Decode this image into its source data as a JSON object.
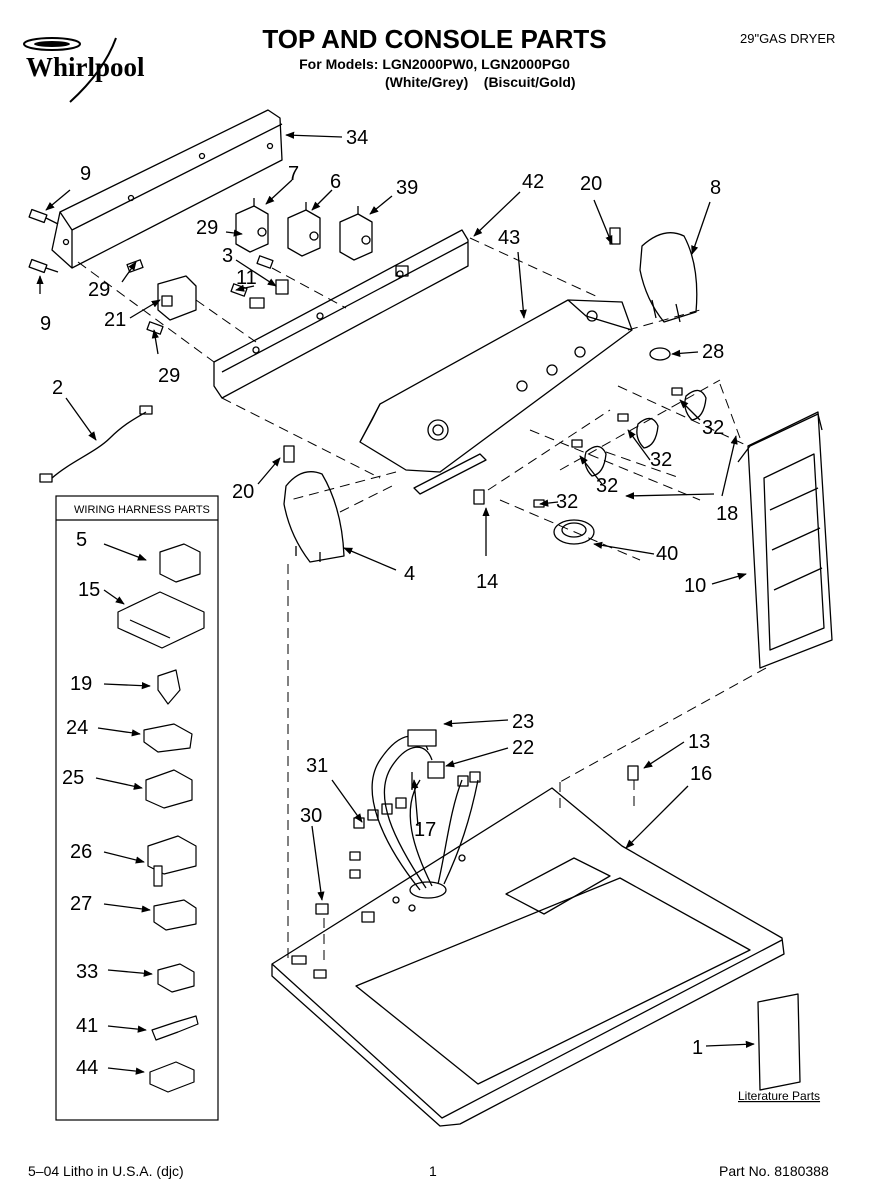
{
  "header": {
    "brand": "Whirlpool",
    "title": "TOP AND CONSOLE PARTS",
    "models_line": "For Models: LGN2000PW0, LGN2000PG0",
    "variants_line": "(White/Grey)    (Biscuit/Gold)",
    "product": "29\"GAS DRYER"
  },
  "harness_box": {
    "title": "WIRING HARNESS PARTS",
    "parts": [
      "5",
      "15",
      "19",
      "24",
      "25",
      "26",
      "27",
      "33",
      "41",
      "44"
    ]
  },
  "callouts": {
    "c34": "34",
    "c9a": "9",
    "c9b": "9",
    "c7": "7",
    "c6": "6",
    "c39": "39",
    "c42": "42",
    "c20a": "20",
    "c8": "8",
    "c29a": "29",
    "c3": "3",
    "c29b": "29",
    "c11": "11",
    "c21": "21",
    "c43": "43",
    "c28": "28",
    "c29c": "29",
    "c2": "2",
    "c32a": "32",
    "c32b": "32",
    "c32c": "32",
    "c32d": "32",
    "c18": "18",
    "c20b": "20",
    "c4": "4",
    "c14": "14",
    "c40": "40",
    "c10": "10",
    "c23": "23",
    "c22": "22",
    "c13": "13",
    "c16": "16",
    "c31": "31",
    "c30": "30",
    "c17": "17",
    "c1": "1"
  },
  "literature_label": "Literature Parts",
  "footer": {
    "left": "5–04 Litho in U.S.A. (djc)",
    "center": "1",
    "right": "Part No. 8180388"
  }
}
